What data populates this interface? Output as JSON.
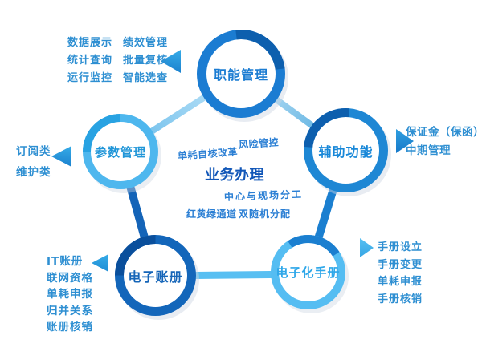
{
  "colors": {
    "ring_dark": "#1366ba",
    "ring_medium": "#1b7cd2",
    "ring_light": "#55bdf2",
    "link_dark": "#1464b8",
    "link_medium": "#1b7fd0",
    "link_light": "#58bff2",
    "side_text": "#2e8fd2",
    "center_title_color": "#1257b8",
    "center_note_color": "#2b7fd4"
  },
  "center": {
    "title": "业务办理",
    "note_top_left": "单耗自核改革",
    "note_top_right": "风险管控",
    "note_mid": "中心与现场分工",
    "note_bottom_left": "红黄绿通道",
    "note_bottom_right": "双随机分配"
  },
  "nodes": {
    "top": {
      "label": "职能管理"
    },
    "left": {
      "label": "参数管理"
    },
    "right": {
      "label": "辅助功能"
    },
    "bottom_left": {
      "label": "电子账册"
    },
    "bottom_right": {
      "label": "电子化手册"
    }
  },
  "lists": {
    "top_left": {
      "col1": [
        "数据展示",
        "统计查询",
        "运行监控"
      ],
      "col2": [
        "绩效管理",
        "批量复核",
        "智能选查"
      ]
    },
    "left": [
      "订阅类",
      "维护类"
    ],
    "right": [
      "保证金（保函）",
      "中期管理"
    ],
    "bottom_left": [
      "IT账册",
      "联网资格",
      "单耗申报",
      "归并关系",
      "账册核销"
    ],
    "bottom_right": [
      "手册设立",
      "手册变更",
      "单耗申报",
      "手册核销"
    ]
  }
}
